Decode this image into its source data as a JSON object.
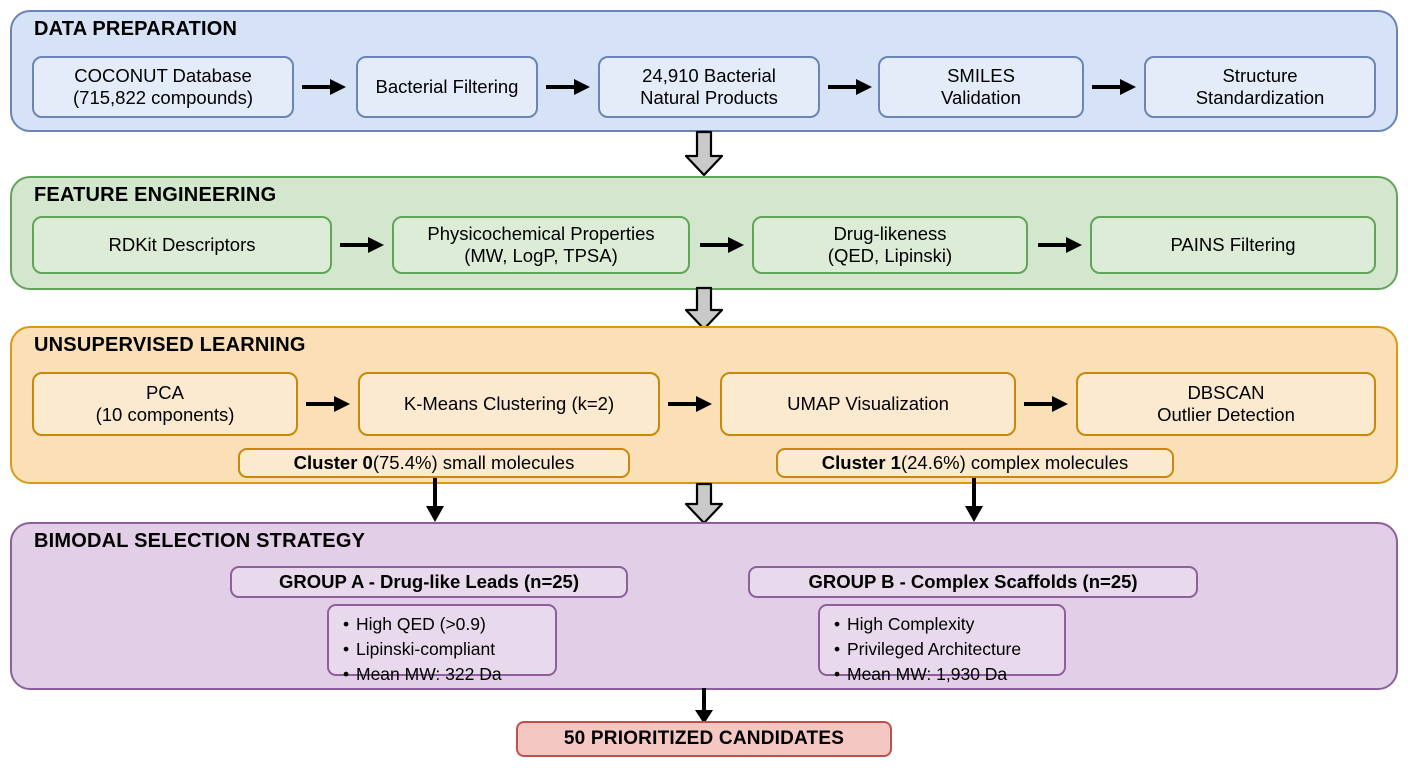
{
  "diagram": {
    "title": "Bacterial Natural Product Screening Pipeline",
    "colors": {
      "band_blue_fill": "#d6e2f5",
      "band_blue_border": "#6a85b6",
      "band_green_fill": "#d2e7cd",
      "band_green_border": "#63a45b",
      "band_orange_fill": "#fbdfb6",
      "band_orange_border": "#d99a12",
      "band_purple_fill": "#e2cfe7",
      "band_purple_border": "#8d5f9c",
      "result_fill": "#f4c7c3",
      "result_border": "#c0504d",
      "connector_gray": "#bfbfbf",
      "arrow_black": "#000000"
    }
  },
  "bands": [
    {
      "id": "data-preparation",
      "title": "DATA PREPARATION",
      "nodes": [
        {
          "line1": "COCONUT Database",
          "line2": "(715,822 compounds)"
        },
        {
          "line1": "Bacterial Filtering",
          "line2": ""
        },
        {
          "line1": "24,910 Bacterial",
          "line2": "Natural Products"
        },
        {
          "line1": "SMILES",
          "line2": "Validation"
        },
        {
          "line1": "Structure",
          "line2": "Standardization"
        }
      ]
    },
    {
      "id": "feature-engineering",
      "title": "FEATURE ENGINEERING",
      "nodes": [
        {
          "line1": "RDKit Descriptors",
          "line2": ""
        },
        {
          "line1": "Physicochemical Properties",
          "line2": "(MW, LogP, TPSA)"
        },
        {
          "line1": "Drug-likeness",
          "line2": "(QED, Lipinski)"
        },
        {
          "line1": "PAINS Filtering",
          "line2": ""
        }
      ]
    },
    {
      "id": "unsupervised-learning",
      "title": "UNSUPERVISED LEARNING",
      "nodes": [
        {
          "line1": "PCA",
          "line2": "(10 components)"
        },
        {
          "line1": "K-Means Clustering (k=2)",
          "line2": ""
        },
        {
          "line1": "UMAP Visualization",
          "line2": ""
        },
        {
          "line1": "DBSCAN",
          "line2": "Outlier Detection"
        }
      ],
      "cluster_labels": [
        {
          "bold": "Cluster 0",
          "rest": " (75.4%) small molecules"
        },
        {
          "bold": "Cluster 1",
          "rest": " (24.6%) complex molecules"
        }
      ]
    },
    {
      "id": "bimodal-selection-strategy",
      "title": "BIMODAL SELECTION STRATEGY",
      "groups": [
        {
          "header": "GROUP A - Drug-like Leads (n=25)",
          "bullets": [
            "High QED (>0.9)",
            "Lipinski-compliant",
            "Mean MW: 322 Da"
          ]
        },
        {
          "header": "GROUP B - Complex Scaffolds (n=25)",
          "bullets": [
            "High Complexity",
            "Privileged Architecture",
            "Mean MW: 1,930 Da"
          ]
        }
      ]
    }
  ],
  "result": {
    "label": "50 PRIORITIZED CANDIDATES"
  },
  "icons": {
    "flow_arrow": "arrow-right-icon",
    "band_connector": "block-arrow-down-icon",
    "cluster_connector": "arrow-down-icon"
  }
}
